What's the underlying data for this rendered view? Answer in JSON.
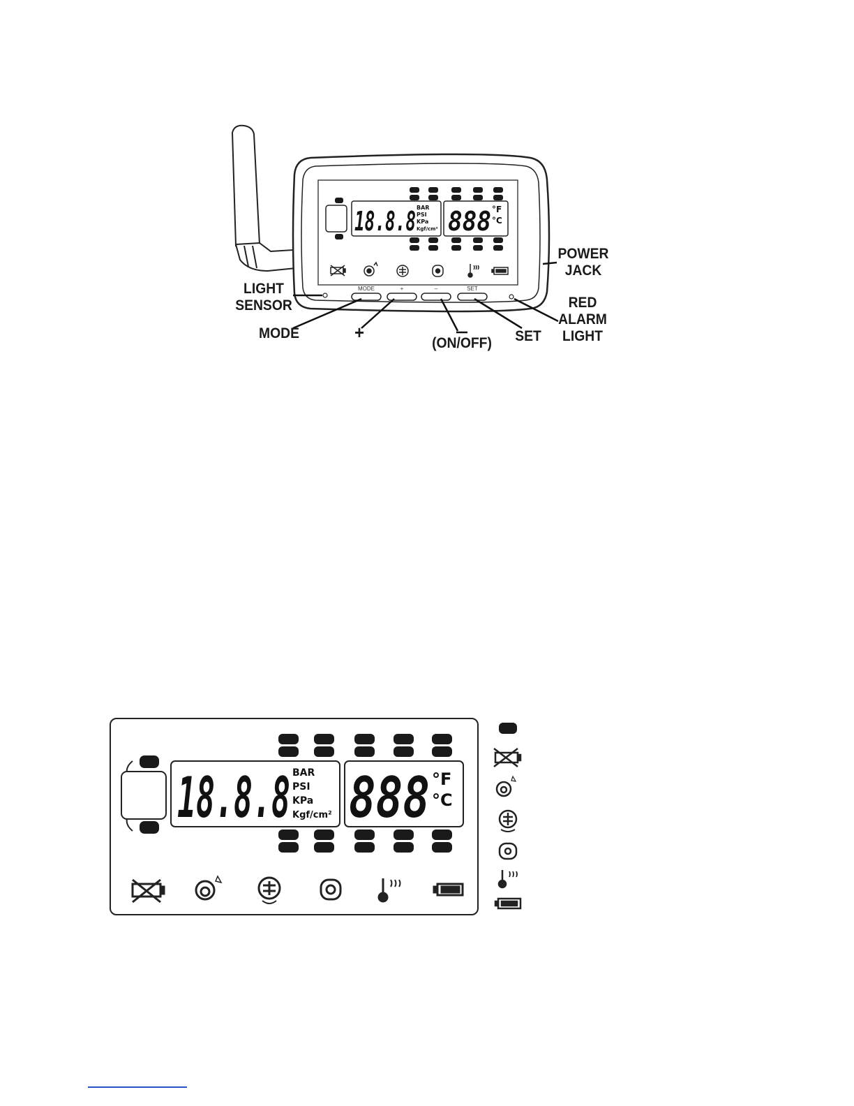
{
  "device_diagram": {
    "display": {
      "pressure_digits": "18.8.8",
      "pressure_units": [
        "BAR",
        "PSI",
        "KPa",
        "Kgf/cm²"
      ],
      "temperature_digits": "888",
      "temperature_units": [
        "°F",
        "°C"
      ]
    },
    "button_labels": {
      "mode": "MODE",
      "plus": "+",
      "minus": "–",
      "set": "SET"
    },
    "callouts": {
      "light_sensor": "LIGHT\nSENSOR",
      "mode": "MODE",
      "plus": "+",
      "on_off": "(ON/OFF)",
      "set": "SET",
      "red_alarm_light": "RED\nALARM\nLIGHT",
      "power_jack": "POWER\nJACK"
    }
  },
  "lcd_layout": {
    "pressure_digits": "18.8.8",
    "pressure_units": [
      "BAR",
      "PSI",
      "KPa",
      "Kgf/cm²"
    ],
    "temperature_digits": "888",
    "temperature_units": [
      "°F",
      "°C"
    ],
    "bottom_icons": [
      "low-battery-icon",
      "tire-rotation-icon",
      "tire-leak-icon",
      "tire-sensor-icon",
      "high-temperature-icon",
      "battery-full-icon"
    ],
    "legend_icons": [
      "tire-position-indicator-icon",
      "low-battery-icon",
      "tire-rotation-icon",
      "tire-leak-icon",
      "tire-sensor-icon",
      "high-temperature-icon",
      "battery-full-icon"
    ]
  }
}
